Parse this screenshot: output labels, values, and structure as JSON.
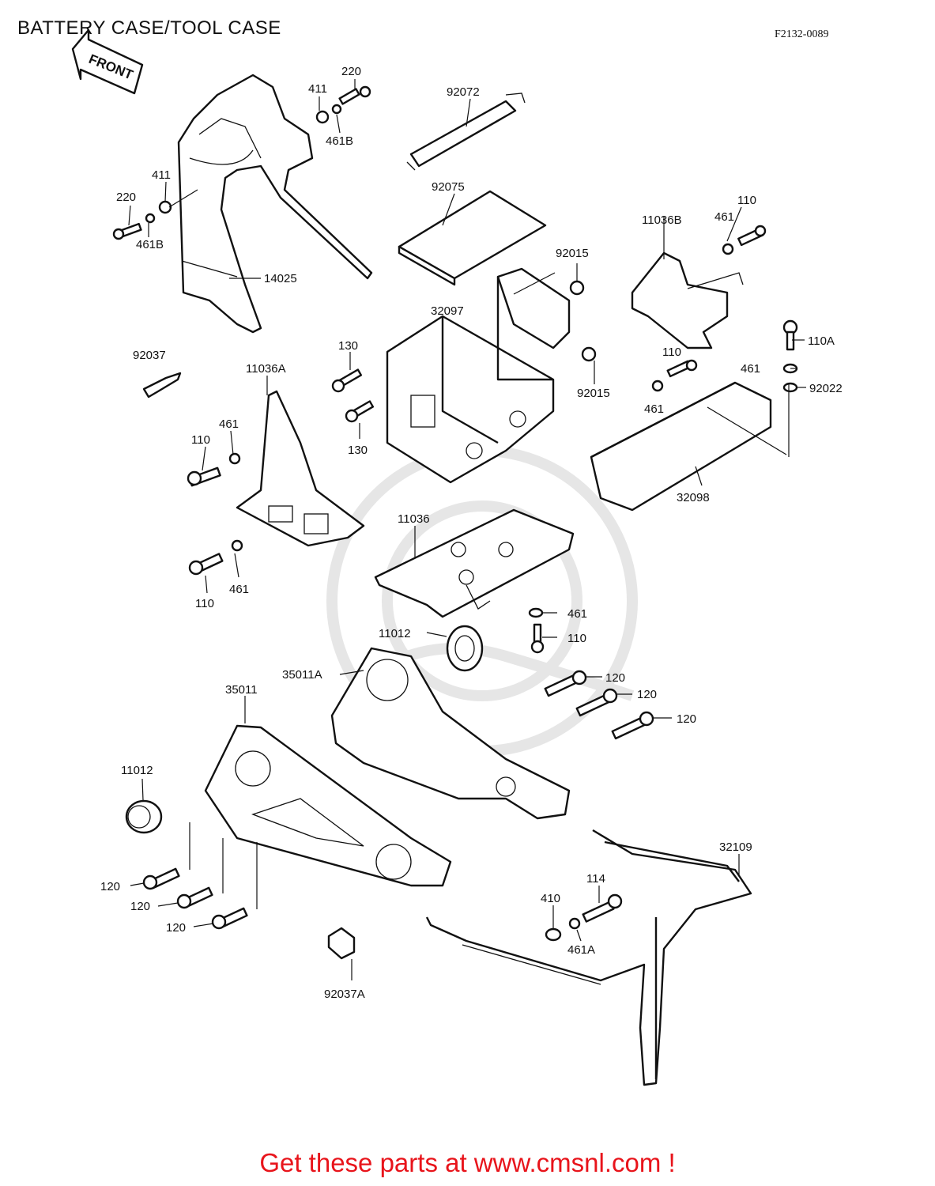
{
  "header": {
    "title": "BATTERY CASE/TOOL CASE",
    "reference": "F2132-0089"
  },
  "front_arrow": {
    "label": "FRONT"
  },
  "labels": {
    "l_220_a": "220",
    "l_411_a": "411",
    "l_461b_a": "461B",
    "l_92072": "92072",
    "l_92075": "92075",
    "l_411_b": "411",
    "l_220_b": "220",
    "l_461b_b": "461B",
    "l_14025": "14025",
    "l_110_tr": "110",
    "l_11036b": "11036B",
    "l_461_tr": "461",
    "l_92015_a": "92015",
    "l_32097": "32097",
    "l_92015_b": "92015",
    "l_110a": "110A",
    "l_110_r": "110",
    "l_461_r": "461",
    "l_92022": "92022",
    "l_461_r2": "461",
    "l_92037": "92037",
    "l_130_a": "130",
    "l_11036a": "11036A",
    "l_130_b": "130",
    "l_461_l": "461",
    "l_110_l": "110",
    "l_32098": "32098",
    "l_11036": "11036",
    "l_461_l2": "461",
    "l_110_l2": "110",
    "l_461_m": "461",
    "l_110_m": "110",
    "l_11012_a": "11012",
    "l_35011a": "35011A",
    "l_120_a": "120",
    "l_120_b": "120",
    "l_120_c": "120",
    "l_35011": "35011",
    "l_11012_b": "11012",
    "l_120_d": "120",
    "l_120_e": "120",
    "l_120_f": "120",
    "l_32109": "32109",
    "l_114": "114",
    "l_410": "410",
    "l_461a": "461A",
    "l_92037a": "92037A"
  },
  "footer": {
    "text": "Get these parts at www.cmsnl.com !"
  }
}
